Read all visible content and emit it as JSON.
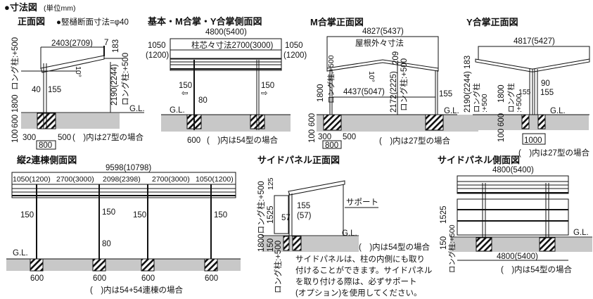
{
  "header": {
    "title": "●寸法図",
    "unit": "(単位mm)"
  },
  "front_view": {
    "title": "正面図",
    "gutter_note": "●竪樋断面寸法=φ40",
    "width": "2403(2709)",
    "seven": "7",
    "h183": "183",
    "angle": "10°",
    "left_long": "ロング柱:+500",
    "left_1800": "1800",
    "left_600": "600",
    "left_100": "100",
    "d40": "40",
    "d155": "155",
    "height": "2190(2244)",
    "right_long": "ロング柱:+500",
    "gl": "G.L.",
    "d300": "300",
    "d500": "500",
    "note": "(　)内は27型の場合",
    "d800": "800"
  },
  "side_view": {
    "title": "基本・M合掌・Y合掌側面図",
    "width": "4800(5400)",
    "pitch": "柱芯々寸法2700(3000)",
    "left_1050": "1050",
    "left_1200": "(1200)",
    "right_1050": "1050",
    "right_1200": "(1200)",
    "left_150": "150",
    "right_150": "150",
    "d80": "80",
    "gl": "G.L.",
    "d600": "600",
    "note": "(　)内は54型の場合"
  },
  "m_front": {
    "title": "M合掌正面図",
    "width": "4827(5437)",
    "roof_label": "屋根外々寸法",
    "h209": "209",
    "angle": "10°",
    "h1800": "1800",
    "left_long": "ロング柱:+500",
    "span": "4437(5047)",
    "height": "2172(2225)",
    "right_long": "ロング柱:+500",
    "d155": "155",
    "gl": "G.L.",
    "d600": "600",
    "d100": "100",
    "d300": "300",
    "d500": "500",
    "d800": "800",
    "note": "(　)内は27型の場合"
  },
  "y_front": {
    "title": "Y合掌正面図",
    "width": "4817(5427)",
    "h183": "183",
    "height": "2190(2244)",
    "left_long_a": "ロング柱",
    "left_long_b": ":+500",
    "h1800": "1800",
    "mid_long_a": "ロング柱",
    "mid_long_b": ":+500",
    "d155a": "155",
    "d90": "90",
    "d155b": "155",
    "gl": "G.L.",
    "d600": "600",
    "d100": "100",
    "d1000": "1000",
    "note": "(　)内は27型の場合"
  },
  "double_side": {
    "title": "縦2連棟側面図",
    "width": "9598(10798)",
    "segments": [
      "1050(1200)",
      "2700(3000)",
      "2098(2398)",
      "2700(3000)",
      "1050(1200)"
    ],
    "arrows": [
      "150",
      "150",
      "150",
      "150"
    ],
    "d80": "80",
    "gl": "G.L.",
    "footings": [
      "600",
      "600",
      "600",
      "600"
    ],
    "note": "(　)内は54+54連棟の場合"
  },
  "panel_front": {
    "title": "サイドパネル正面図",
    "h125": "125",
    "h1525": "1525",
    "h1800": "1800ロング柱:+500",
    "d57": "57",
    "d155": "155",
    "d57b": "(57)",
    "support": "サポート",
    "gl": "G.L.",
    "h150": "150",
    "long": "ロング柱:+500",
    "note": "(　)内は54型の場合",
    "description": [
      "サイドパネルは、柱の内側にも取り",
      "付けることができます。サイドパネル",
      "を取り付ける際は、必ずサポート",
      "(オプション)を使用してください。"
    ]
  },
  "panel_side": {
    "title": "サイドパネル側面図",
    "width_top": "4800(5400)",
    "h1525": "1525",
    "gl": "G.L.",
    "h150": "150",
    "long": "ロング柱:+500",
    "width_bottom": "4800(5400)",
    "note": "(　)内は54型の場合"
  }
}
